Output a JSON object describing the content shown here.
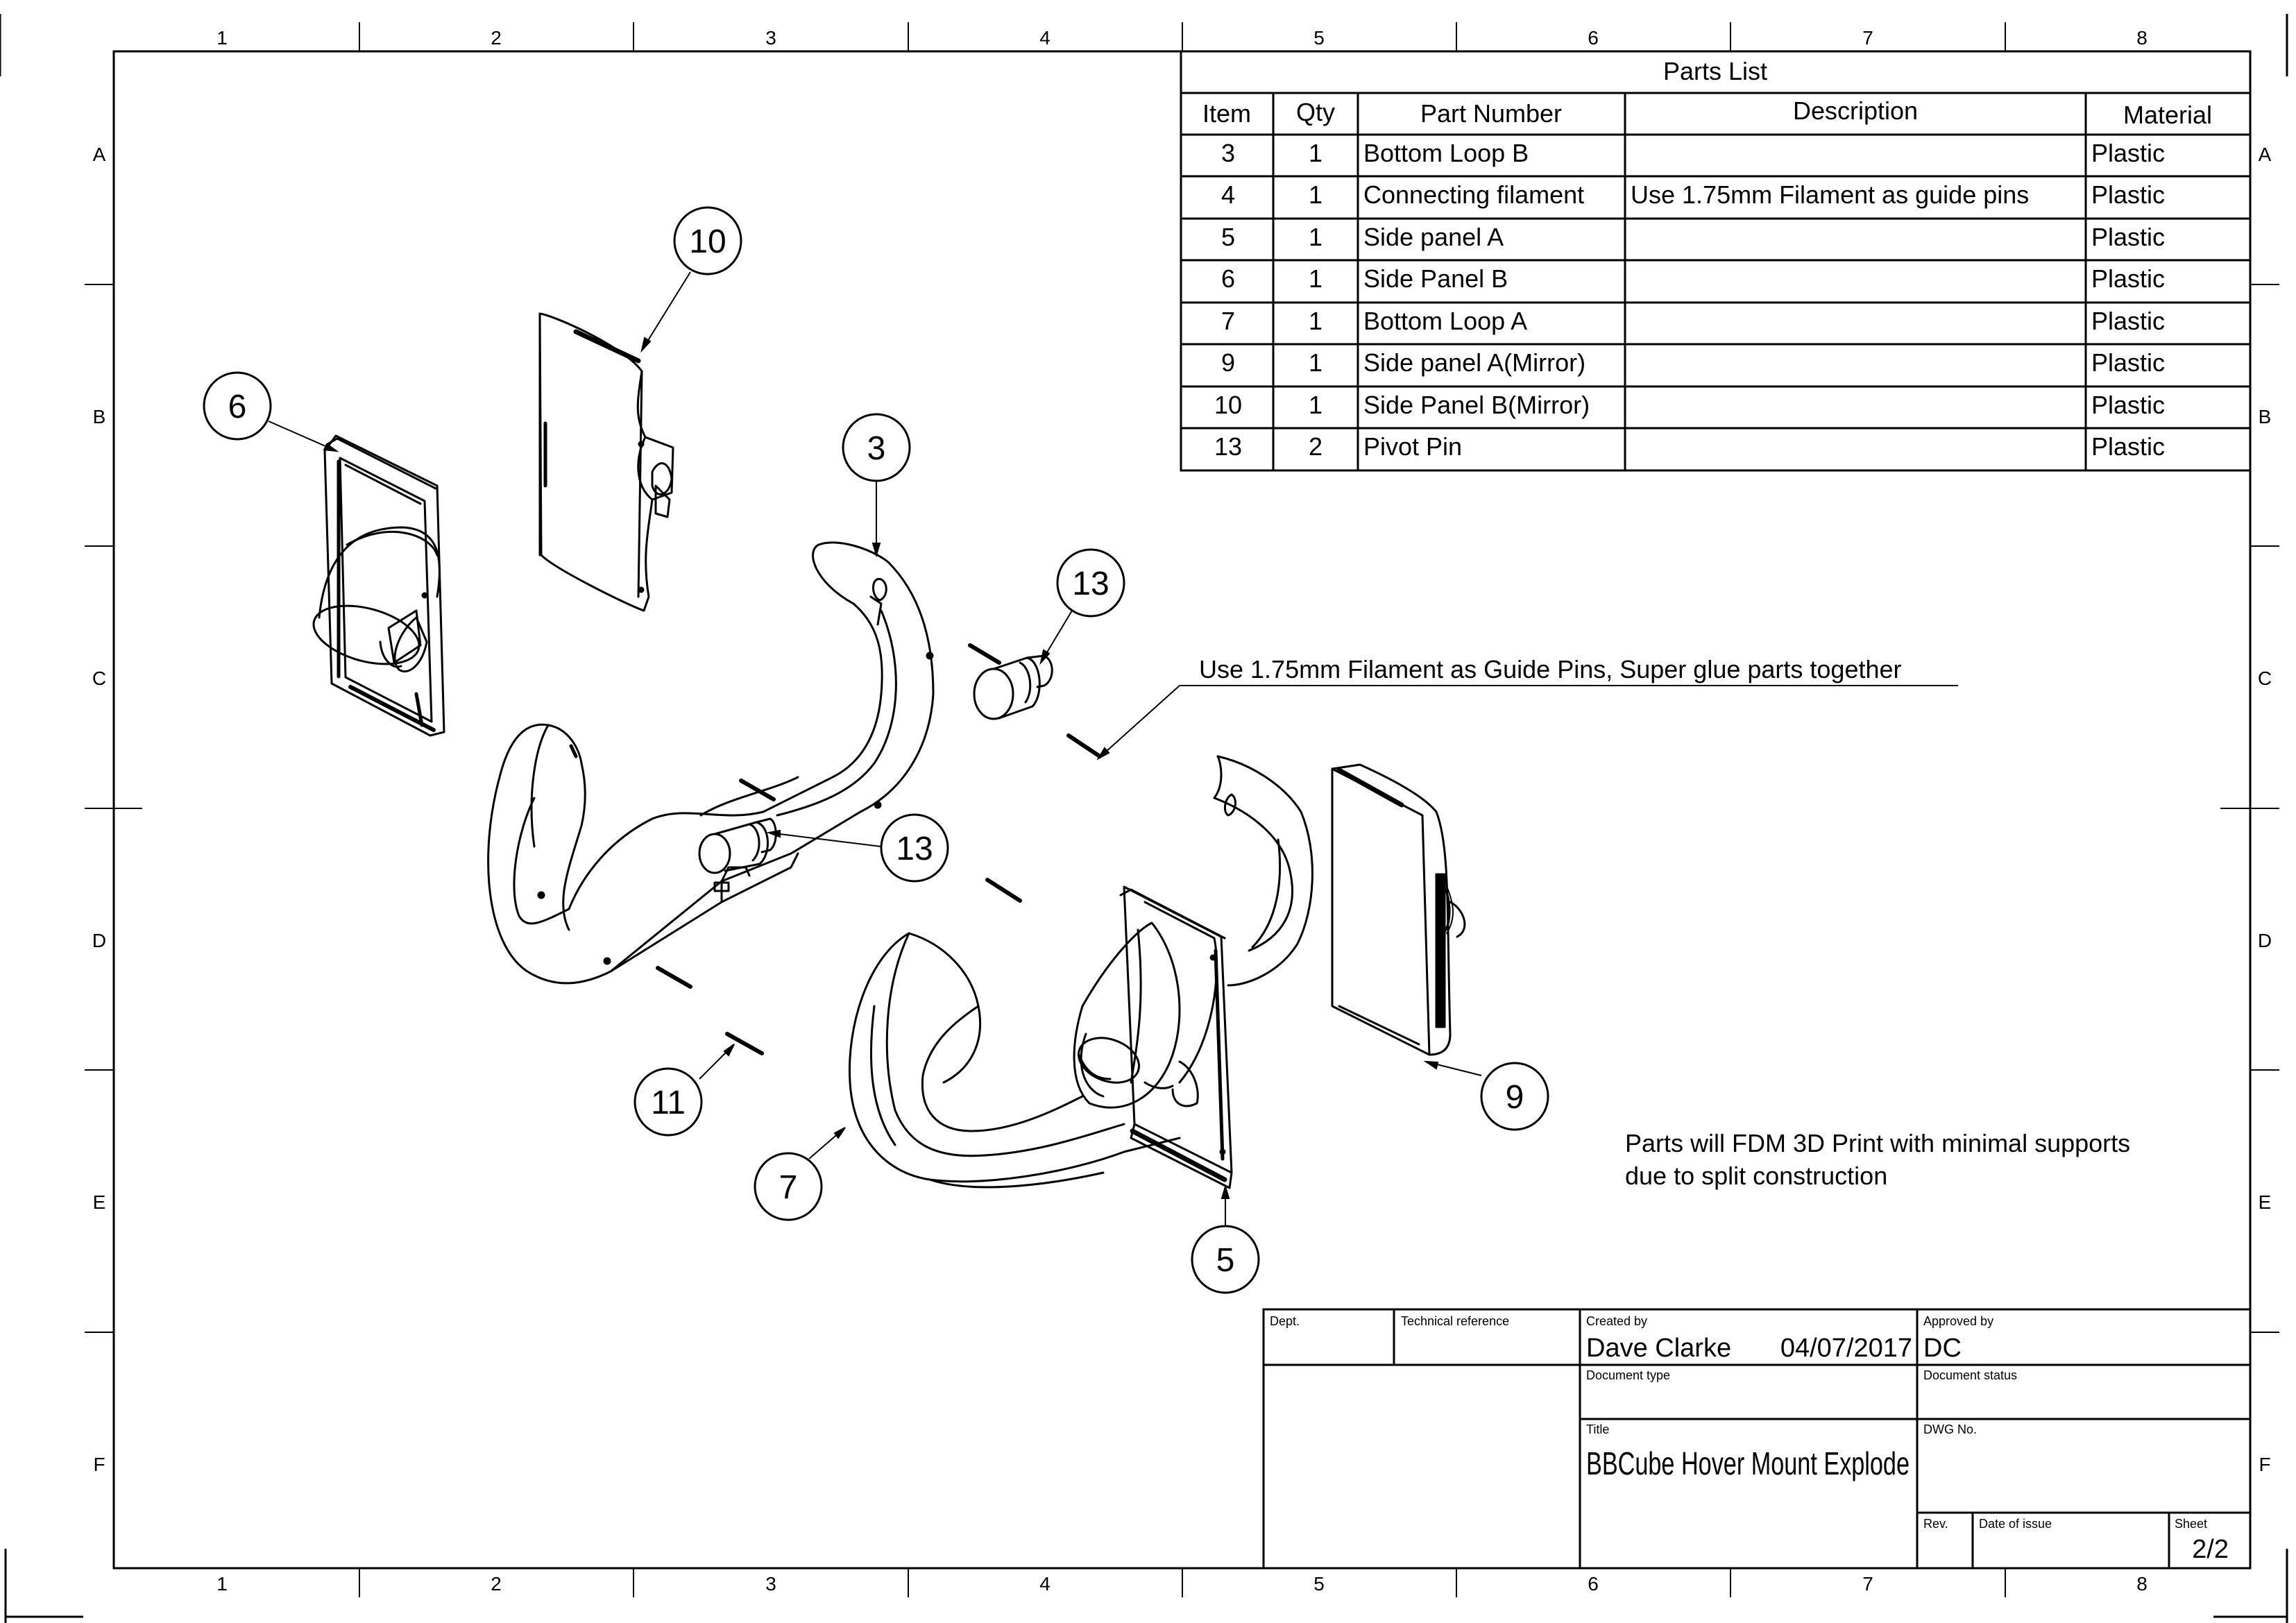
{
  "zone_columns": [
    "1",
    "2",
    "3",
    "4",
    "5",
    "6",
    "7",
    "8"
  ],
  "zone_rows": [
    "A",
    "B",
    "C",
    "D",
    "E",
    "F"
  ],
  "parts_list": {
    "title": "Parts List",
    "headers": [
      "Item",
      "Qty",
      "Part Number",
      "Description",
      "Material"
    ],
    "rows": [
      [
        "3",
        "1",
        "Bottom Loop B",
        "",
        "Plastic"
      ],
      [
        "4",
        "1",
        "Connecting filament",
        "Use 1.75mm Filament as guide pins",
        "Plastic"
      ],
      [
        "5",
        "1",
        "Side panel A",
        "",
        "Plastic"
      ],
      [
        "6",
        "1",
        "Side Panel B",
        "",
        "Plastic"
      ],
      [
        "7",
        "1",
        "Bottom Loop A",
        "",
        "Plastic"
      ],
      [
        "9",
        "1",
        "Side panel A(Mirror)",
        "",
        "Plastic"
      ],
      [
        "10",
        "1",
        "Side Panel B(Mirror)",
        "",
        "Plastic"
      ],
      [
        "13",
        "2",
        "Pivot Pin",
        "",
        "Plastic"
      ]
    ]
  },
  "balloons": [
    "10",
    "6",
    "3",
    "13",
    "13",
    "11",
    "7",
    "9",
    "5"
  ],
  "notes": {
    "guide_pins": "Use 1.75mm Filament as Guide Pins, Super glue parts together",
    "print_line1": "Parts will FDM 3D Print with minimal supports",
    "print_line2": "due to split construction"
  },
  "title_block": {
    "dept_label": "Dept.",
    "tech_ref_label": "Technical reference",
    "created_by_label": "Created by",
    "created_by": "Dave Clarke",
    "created_date": "04/07/2017",
    "approved_by_label": "Approved by",
    "approved_by": "DC",
    "doc_type_label": "Document type",
    "doc_status_label": "Document status",
    "title_label": "Title",
    "title": "BBCube Hover Mount Explode",
    "dwg_no_label": "DWG No.",
    "rev_label": "Rev.",
    "date_of_issue_label": "Date of issue",
    "sheet_label": "Sheet",
    "sheet": "2/2"
  }
}
